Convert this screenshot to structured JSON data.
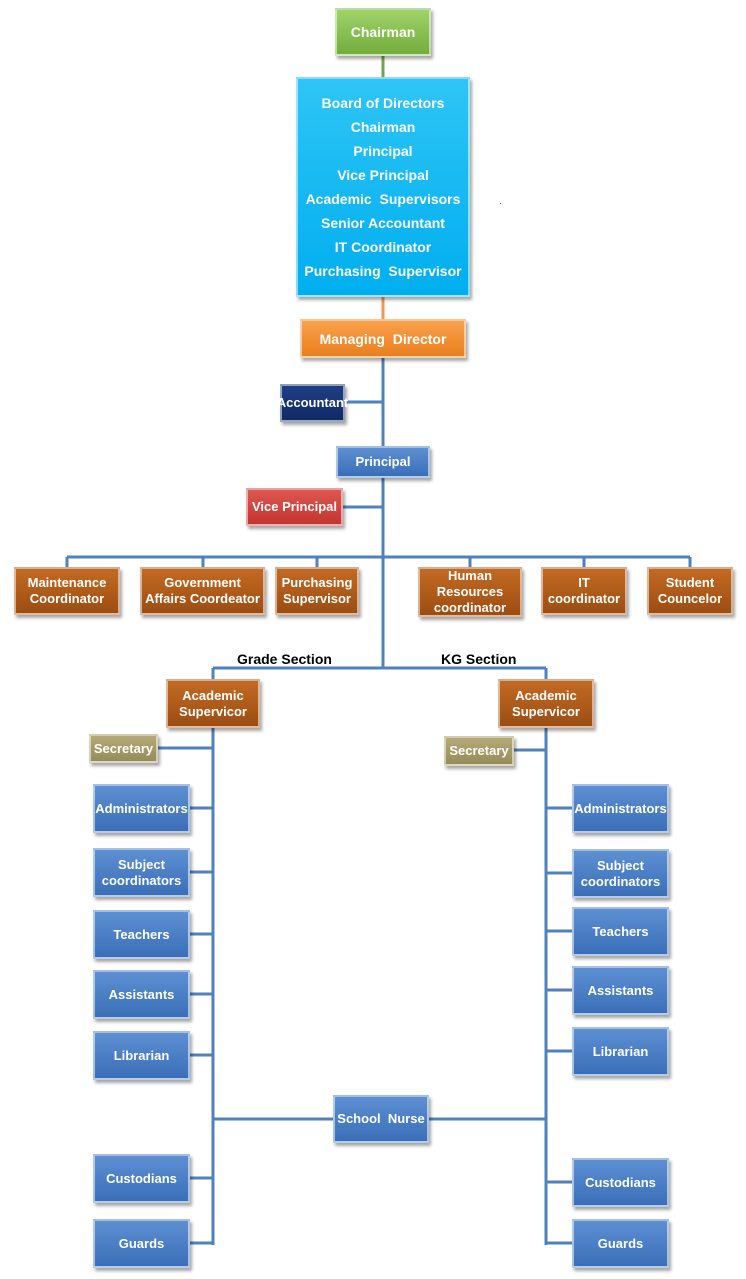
{
  "chairman": "Chairman",
  "board": {
    "lines": [
      "Board of Directors",
      "Chairman",
      "Principal",
      "Vice Principal",
      "Academic  Supervisors",
      "Senior Accountant",
      "IT Coordinator",
      "Purchasing  Supervisor"
    ]
  },
  "managing_director": "Managing  Director",
  "accountant": "Accountant",
  "principal": "Principal",
  "vice_principal": "Vice Principal",
  "staff": {
    "maintenance": [
      "Maintenance",
      "Coordinator"
    ],
    "government": [
      "Government",
      "Affairs Coordeator"
    ],
    "purchasing": [
      "Purchasing",
      "Supervisor"
    ],
    "hr": [
      "Human",
      "Resources",
      "coordinator"
    ],
    "it": [
      "IT",
      "coordinator"
    ],
    "counselor": [
      "Student",
      "Councelor"
    ]
  },
  "sections": {
    "grade": "Grade Section",
    "kg": "KG Section"
  },
  "grade": {
    "supervisor": [
      "Academic",
      "Supervicor"
    ],
    "secretary": "Secretary",
    "administrators": "Administrators",
    "subject": [
      "Subject",
      "coordinators"
    ],
    "teachers": "Teachers",
    "assistants": "Assistants",
    "librarian": "Librarian",
    "custodians": "Custodians",
    "guards": "Guards"
  },
  "kg": {
    "supervisor": [
      "Academic",
      "Supervicor"
    ],
    "secretary": "Secretary",
    "administrators": "Administrators",
    "subject": [
      "Subject",
      "coordinators"
    ],
    "teachers": "Teachers",
    "assistants": "Assistants",
    "librarian": "Librarian",
    "custodians": "Custodians",
    "guards": "Guards"
  },
  "school_nurse": "School  Nurse",
  "colors": {
    "connector": "#4f81bd",
    "connector_orange": "#f79646",
    "connector_green": "#6aa84f",
    "chairman": "#73ad3c",
    "board": "#00aeef",
    "managing_director": "#ea7f1e",
    "accountant": "#102a63",
    "blue_box": "#3a6fb8",
    "vice_principal": "#c33530",
    "brown_box": "#9d4d12",
    "secretary": "#958c58"
  }
}
